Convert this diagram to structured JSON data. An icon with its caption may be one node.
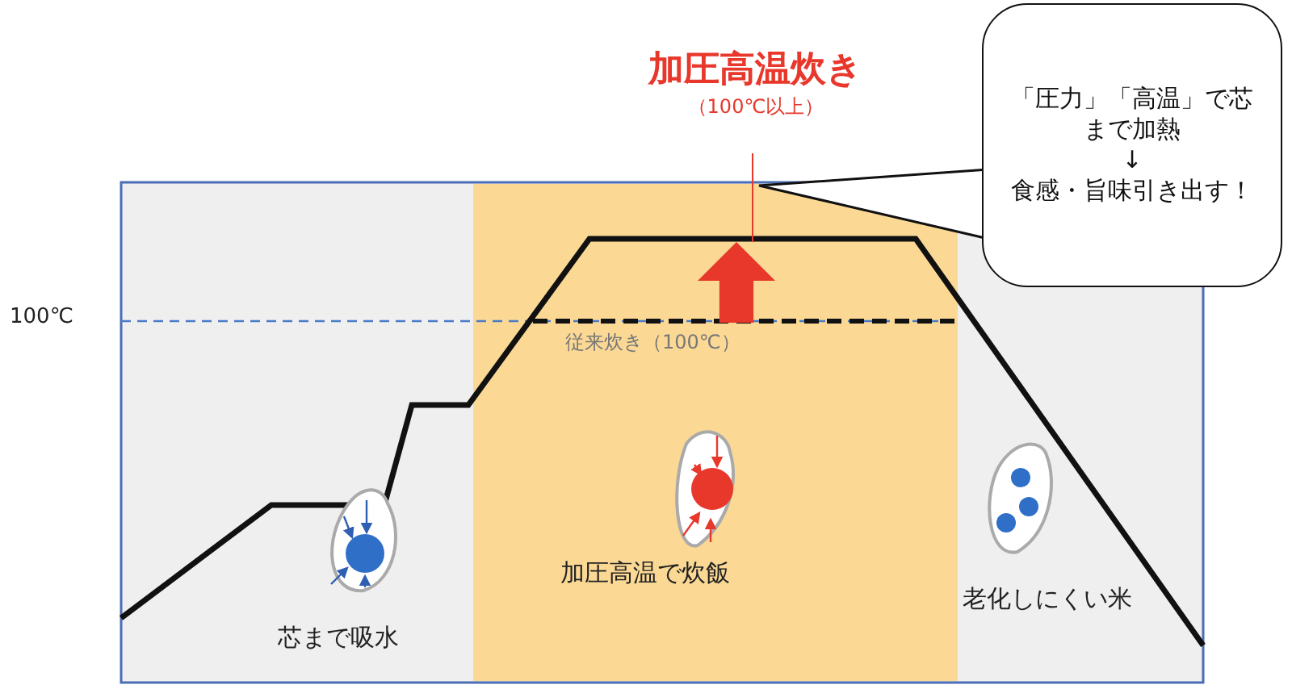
{
  "diagram": {
    "nodes": [
      {
        "text": [
          "加圧高温炊き",
          "（100℃以上）"
        ]
      },
      {
        "text": [],
        "shape": "arrow"
      },
      {
        "text": [
          "「圧力」「高温」で芯まで加熱",
          "↓",
          "食感・旨味引き出す！"
        ]
      }
    ],
    "edges": [
      {
        "from": 0,
        "to": 1,
        "arrow": "none",
        "color": "#e8372b"
      }
    ],
    "labels": [
      "100℃",
      "従来炊き（100℃）",
      "芯まで吸水",
      "加圧高温で炊飯",
      "老化しにくい米"
    ]
  }
}
